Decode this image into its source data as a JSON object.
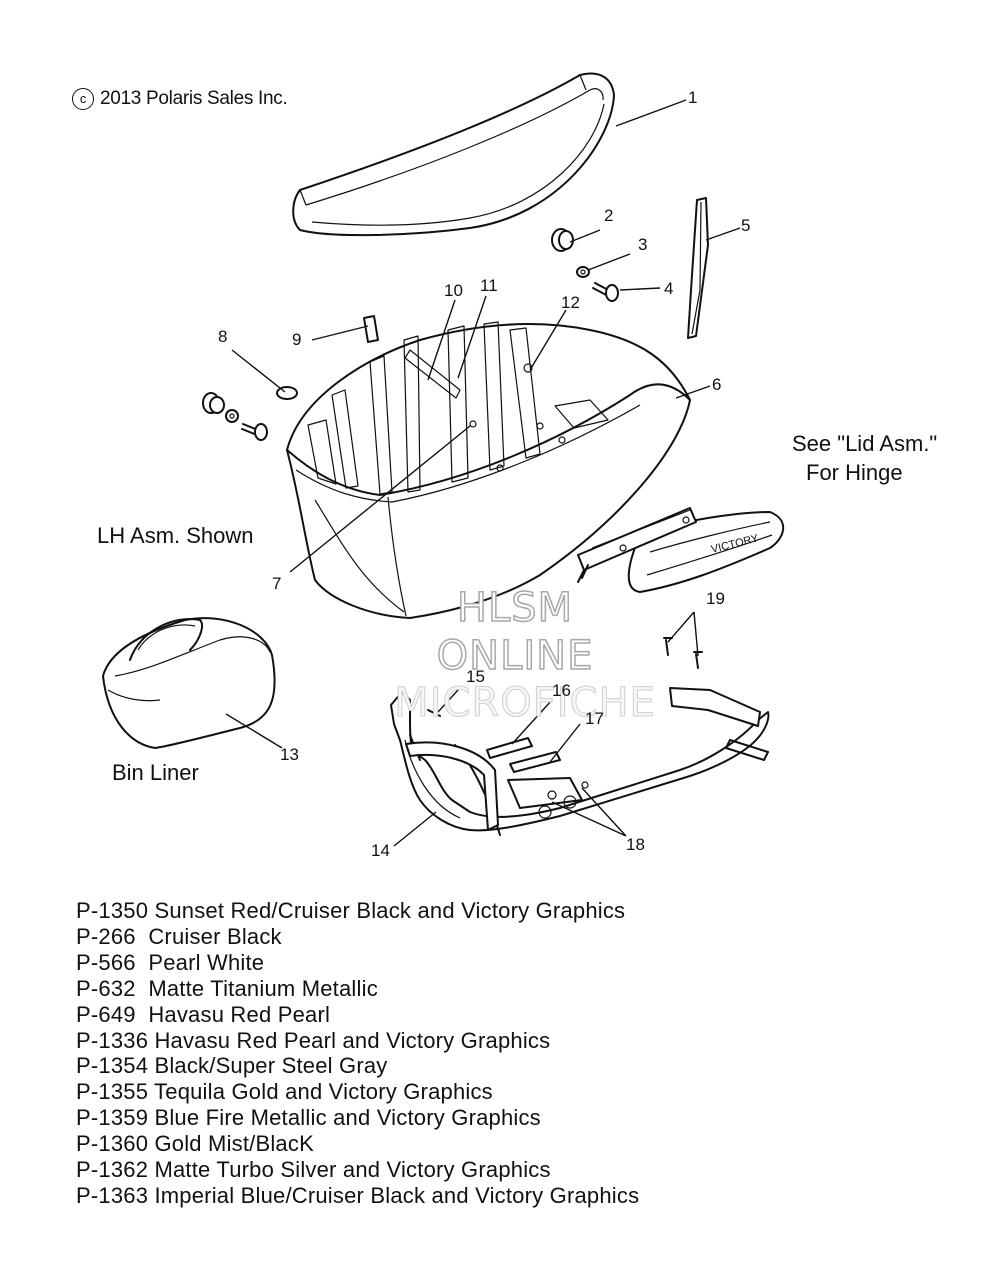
{
  "copyright": {
    "symbol": "c",
    "text": "2013 Polaris Sales Inc."
  },
  "callouts": [
    "1",
    "2",
    "3",
    "4",
    "5",
    "6",
    "7",
    "8",
    "9",
    "10",
    "11",
    "12",
    "13",
    "14",
    "15",
    "16",
    "17",
    "18",
    "19"
  ],
  "notes": {
    "lid_asm_line1": "See \"Lid Asm.\"",
    "lid_asm_line2": "For Hinge",
    "lh_asm": "LH Asm. Shown",
    "bin_liner": "Bin Liner",
    "badge_text": "VICTORY"
  },
  "watermark": {
    "line1": "HLSM",
    "line2": "ONLINE",
    "line3": "MICROFICHE"
  },
  "paint_codes": [
    "P-1350 Sunset Red/Cruiser Black and Victory Graphics",
    "P-266  Cruiser Black",
    "P-566  Pearl White",
    "P-632  Matte Titanium Metallic",
    "P-649  Havasu Red Pearl",
    "P-1336 Havasu Red Pearl and Victory Graphics",
    "P-1354 Black/Super Steel Gray",
    "P-1355 Tequila Gold and Victory Graphics",
    "P-1359 Blue Fire Metallic and Victory Graphics",
    "P-1360 Gold Mist/BlacK",
    "P-1362 Matte Turbo Silver and Victory Graphics",
    "P-1363 Imperial Blue/Cruiser Black and Victory Graphics"
  ]
}
